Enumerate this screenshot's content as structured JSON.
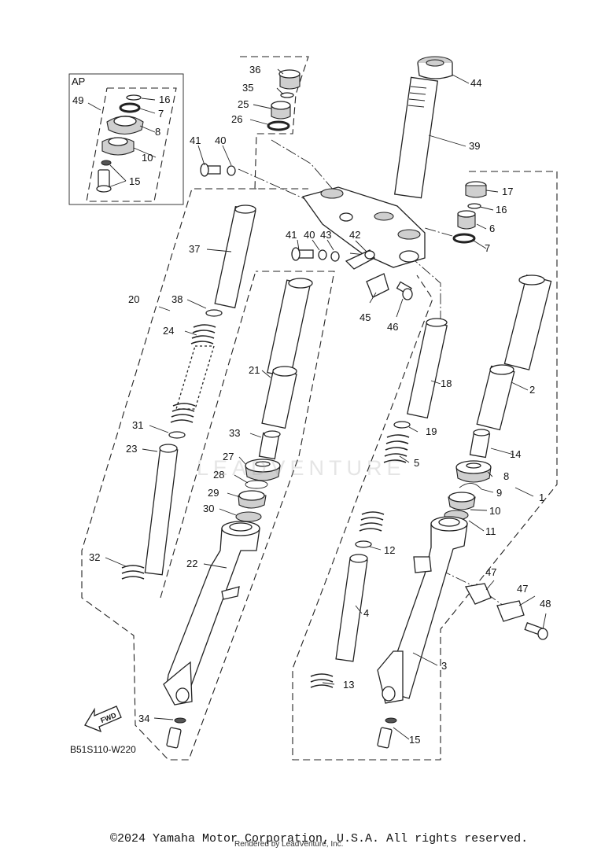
{
  "diagram": {
    "kit_box_label": "AP",
    "diagram_code": "B51S110-W220",
    "fwd_label": "FWD",
    "watermark": "LEADVENTURE",
    "copyright": "©2024 Yamaha Motor Corporation, U.S.A. All rights reserved.",
    "rendered_by": "Rendered by LeadVenture, Inc."
  },
  "callouts": [
    "1",
    "2",
    "3",
    "4",
    "5",
    "6",
    "7",
    "7",
    "8",
    "8",
    "9",
    "10",
    "10",
    "11",
    "12",
    "13",
    "14",
    "15",
    "15",
    "16",
    "16",
    "17",
    "18",
    "19",
    "20",
    "21",
    "22",
    "23",
    "24",
    "25",
    "26",
    "27",
    "28",
    "29",
    "30",
    "31",
    "32",
    "33",
    "34",
    "35",
    "36",
    "37",
    "38",
    "39",
    "40",
    "40",
    "41",
    "41",
    "42",
    "43",
    "44",
    "45",
    "46",
    "47",
    "47",
    "48",
    "49"
  ]
}
